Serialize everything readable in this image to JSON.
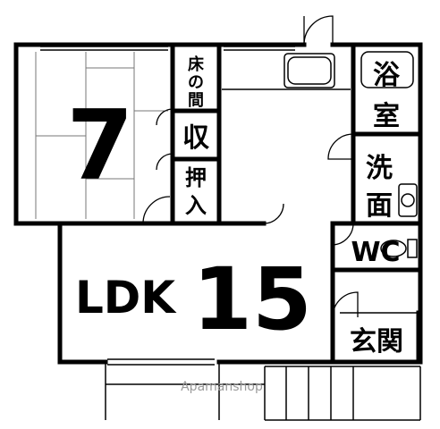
{
  "rooms": {
    "washitsu_size": "7",
    "tokonoma": "床の間",
    "storage": "収",
    "closet": "押入",
    "bath": "浴室",
    "washroom": "洗面",
    "toilet": "WC",
    "entrance": "玄関",
    "ldk_label": "LDK",
    "ldk_size": "15"
  },
  "watermark": "Apamanshop"
}
